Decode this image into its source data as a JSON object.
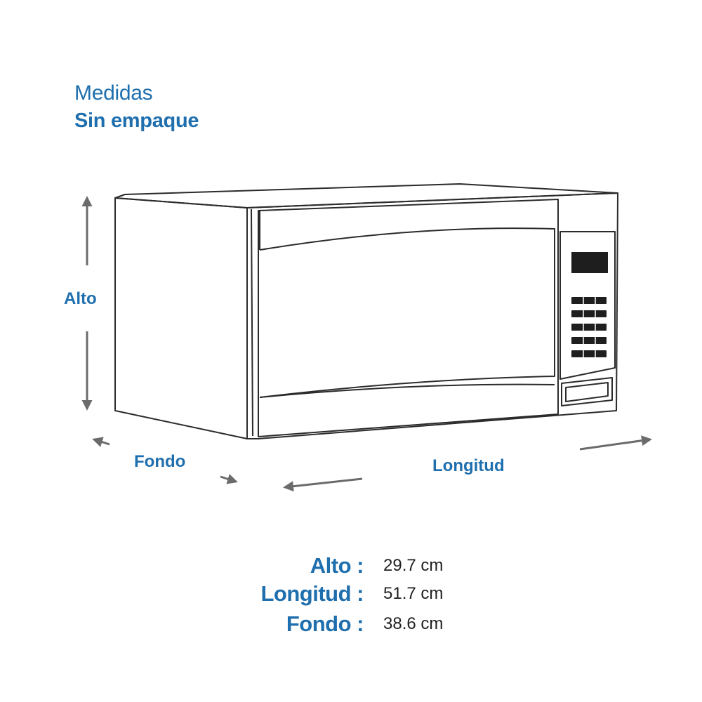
{
  "heading": {
    "subtitle": "Medidas",
    "title": "Sin empaque"
  },
  "diagram": {
    "labels": {
      "height": "Alto",
      "depth": "Fondo",
      "length": "Longitud"
    },
    "colors": {
      "outline": "#2b2b2b",
      "arrow": "#6b6b6b",
      "accent": "#1f6fae"
    }
  },
  "specs": [
    {
      "label": "Alto :",
      "value": "29.7 cm"
    },
    {
      "label": "Longitud :",
      "value": "51.7 cm"
    },
    {
      "label": "Fondo :",
      "value": "38.6 cm"
    }
  ]
}
